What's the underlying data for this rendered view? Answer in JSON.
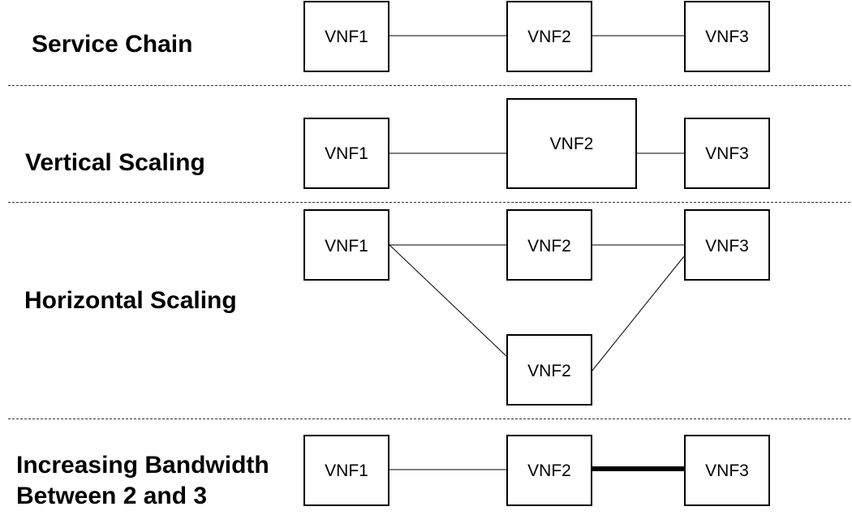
{
  "sections": {
    "service_chain": {
      "label": "Service Chain",
      "nodes": [
        "VNF1",
        "VNF2",
        "VNF3"
      ]
    },
    "vertical_scaling": {
      "label": "Vertical Scaling",
      "nodes": [
        "VNF1",
        "VNF2",
        "VNF3"
      ]
    },
    "horizontal_scaling": {
      "label": "Horizontal Scaling",
      "nodes": [
        "VNF1",
        "VNF2",
        "VNF3",
        "VNF2"
      ]
    },
    "bandwidth": {
      "label_line1": "Increasing Bandwidth",
      "label_line2": "Between 2 and 3",
      "nodes": [
        "VNF1",
        "VNF2",
        "VNF3"
      ]
    }
  },
  "colors": {
    "line": "#000000",
    "divider": "#333333",
    "node_border": "#000000"
  }
}
